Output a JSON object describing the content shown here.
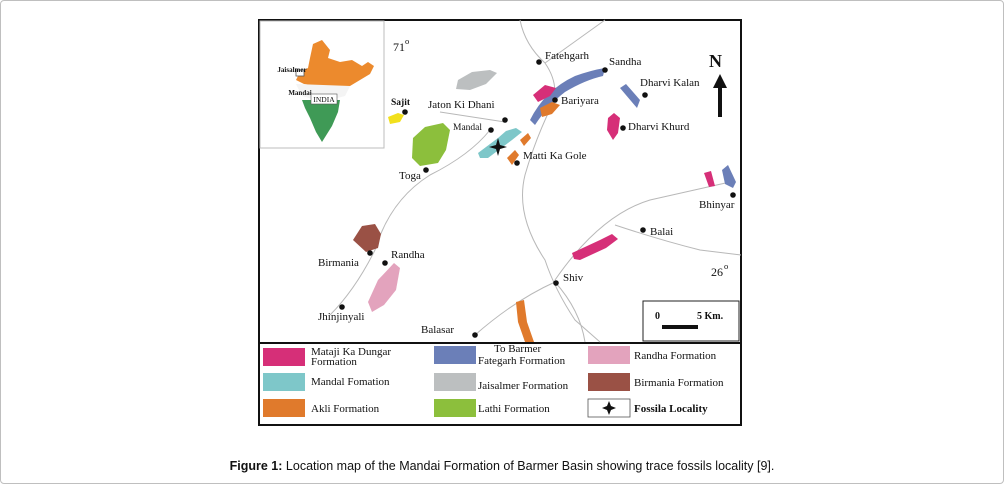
{
  "caption": {
    "label": "Figure 1:",
    "text": "Location map of the Mandai Formation of Barmer Basin showing trace fossils locality [9]."
  },
  "inset": {
    "country_label": "INDIA",
    "jaisalmer": "Jaisalmer",
    "mandai": "Mandai"
  },
  "coords": {
    "longitude": "71",
    "latitude": "26",
    "degree_symbol": "o"
  },
  "north_label": "N",
  "scale_bar": {
    "zero": "0",
    "end": "5 Km."
  },
  "places": {
    "fatehgarh": "Fatehgarh",
    "sandha": "Sandha",
    "dharvi_kalan": "Dharvi Kalan",
    "bariyara": "Bariyara",
    "dharvi_khurd": "Dharvi Khurd",
    "sajit": "Sajit",
    "jaton_ki_dhani": "Jaton Ki Dhani",
    "mandal": "Mandal",
    "matti_ka_gole": "Matti Ka Gole",
    "toga": "Toga",
    "bhinyar": "Bhinyar",
    "balai": "Balai",
    "birmania": "Birmania",
    "randha": "Randha",
    "shiv": "Shiv",
    "jhinjinyali": "Jhinjinyali",
    "balasar": "Balasar"
  },
  "legend": {
    "mataji_1": "Mataji  Ka Dungar",
    "mataji_2": "Formation",
    "mandal": "Mandal Fomation",
    "akli": "Akli Formation",
    "fategarh_1": "To Barmer",
    "fategarh_2": "Fategarh Formation",
    "jaisalmer": "Jaisalmer Formation",
    "lathi": "Lathi  Formation",
    "randha": "Randha Formation",
    "birmania": "Birmania Formation",
    "fossil": "Fossila Locality"
  },
  "colors": {
    "mataji": "#d62f78",
    "mandal": "#7ec7c9",
    "akli": "#e07a2c",
    "fategarh": "#6b7fb8",
    "jaisalmer": "#bcbfc0",
    "lathi": "#8cbf3c",
    "randha": "#e3a3bd",
    "birmania": "#9a5145",
    "sajit": "#f2e01c",
    "india_saffron": "#ec8a2d",
    "india_green": "#3f9a56",
    "india_white": "#f4f4f4"
  }
}
